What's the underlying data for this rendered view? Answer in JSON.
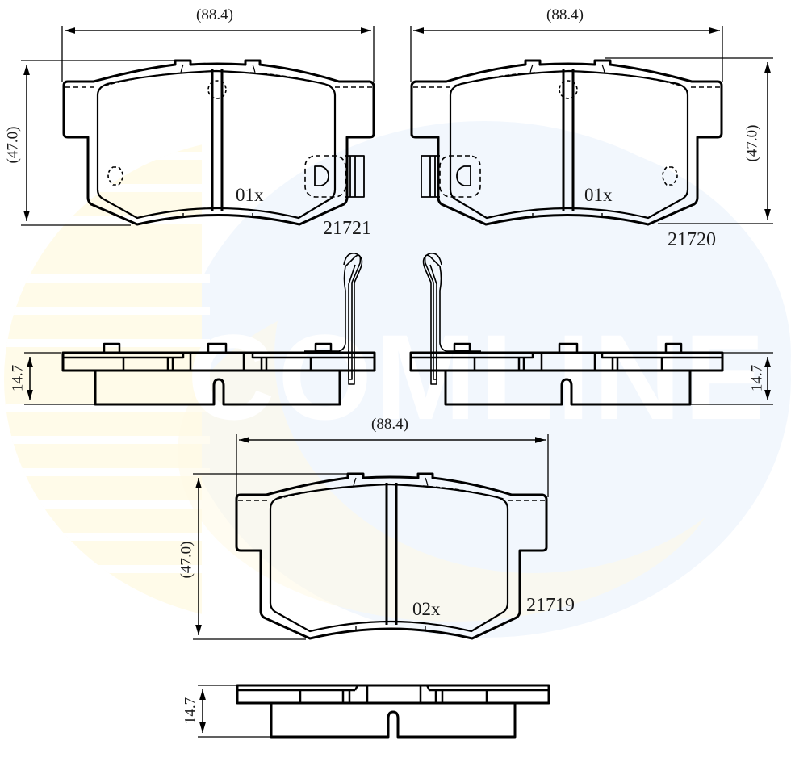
{
  "watermark": {
    "brand": "COMLINE",
    "colors": {
      "yellow": "#fffbe9",
      "blue": "#f2f7fd",
      "text": "#ffffff"
    }
  },
  "drawing": {
    "line_color": "#000000",
    "pads": [
      {
        "id": "pad-21721",
        "part_number": "21721",
        "quantity": "01x",
        "width_dim": "(88.4)",
        "height_dim": "(47.0)",
        "thickness_dim": "14.7",
        "wear_sensor": "right"
      },
      {
        "id": "pad-21720",
        "part_number": "21720",
        "quantity": "01x",
        "width_dim": "(88.4)",
        "height_dim": "(47.0)",
        "thickness_dim": "14.7",
        "wear_sensor": "left"
      },
      {
        "id": "pad-21719",
        "part_number": "21719",
        "quantity": "02x",
        "width_dim": "(88.4)",
        "height_dim": "(47.0)",
        "thickness_dim": "14.7",
        "wear_sensor": "none"
      }
    ]
  }
}
